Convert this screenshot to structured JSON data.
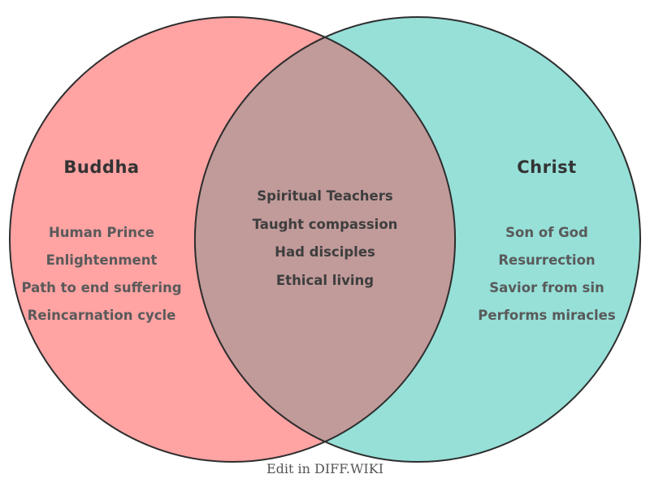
{
  "venn": {
    "left": {
      "title": "Buddha",
      "items": [
        "Human Prince",
        "Enlightenment",
        "Path to end suffering",
        "Reincarnation cycle"
      ],
      "fill": "#FFA3A3"
    },
    "right": {
      "title": "Christ",
      "items": [
        "Son of God",
        "Resurrection",
        "Savior from sin",
        "Performs miracles"
      ],
      "fill": "#96E0D8"
    },
    "overlap": {
      "items": [
        "Spiritual Teachers",
        "Taught compassion",
        "Had disciples",
        "Ethical living"
      ],
      "fill": "#C19A9A"
    },
    "outline": "#2E2E2E"
  },
  "footer": {
    "label": "Edit in DIFF.WIKI"
  }
}
